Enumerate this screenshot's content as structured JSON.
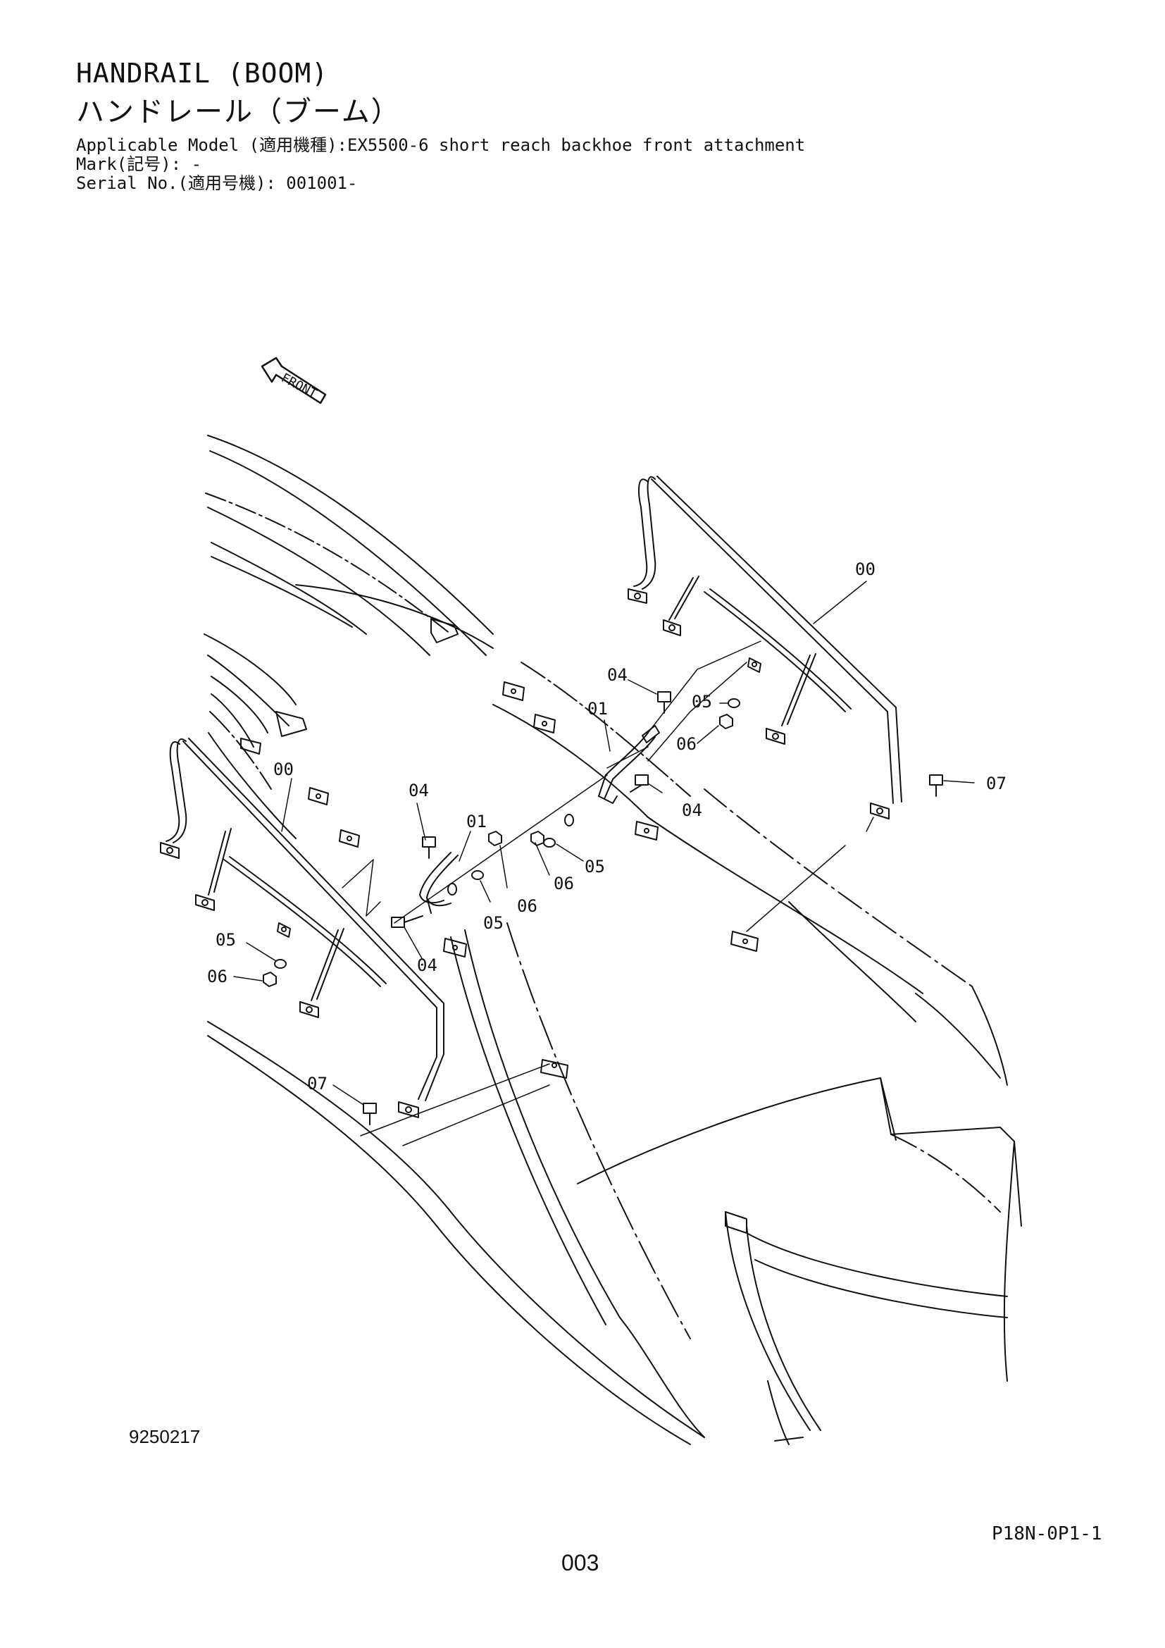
{
  "header": {
    "title_en": "HANDRAIL (BOOM)",
    "title_jp": "ハンドレール（ブーム）",
    "applicable_model": "Applicable Model (適用機種):EX5500-6 short reach backhoe front attachment",
    "mark": "Mark(記号): -",
    "serial_no": "Serial No.(適用号機): 001001-"
  },
  "drawing": {
    "front_label": "FRONT",
    "callouts": {
      "top_handrail": "00",
      "bottom_handrail": "00",
      "top_bracket": "01",
      "mid_bracket": "01",
      "top_bolt_a": "04",
      "top_bolt_b": "04",
      "mid_bolt_a": "04",
      "mid_bolt_b": "04",
      "top_washer": "05",
      "mid_washer_a": "05",
      "mid_washer_b": "05",
      "left_washer": "05",
      "top_nut": "06",
      "mid_nut_a": "06",
      "mid_nut_b": "06",
      "left_nut": "06",
      "right_bolt": "07",
      "left_bolt": "07"
    }
  },
  "footer": {
    "drawing_number": "9250217",
    "doc_code": "P18N-0P1-1",
    "page_number": "003"
  }
}
